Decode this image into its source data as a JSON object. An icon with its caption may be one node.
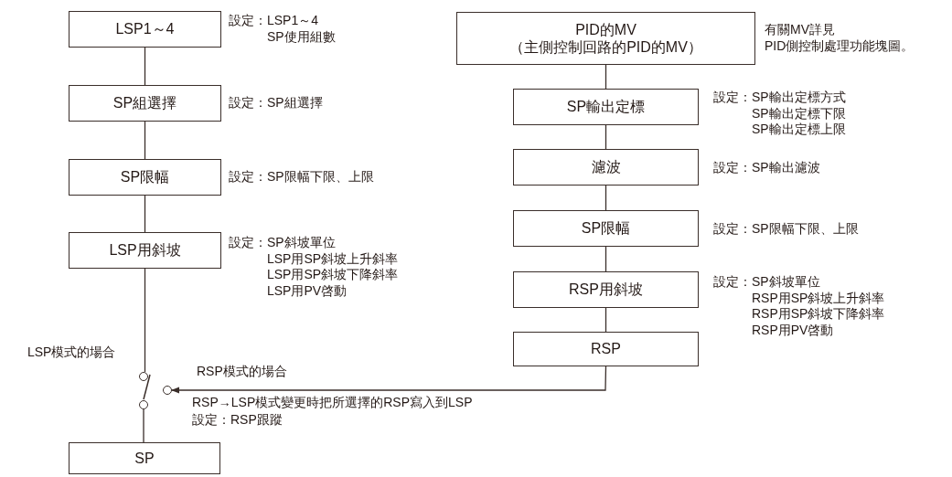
{
  "diagram": {
    "nodes": [
      {
        "text": [
          "LSP1～4"
        ],
        "beside": [
          "設定：LSP1～4 SP使用組數"
        ]
      },
      {
        "text": [
          "SP組選擇"
        ],
        "beside": [
          "設定：SP組選擇"
        ]
      },
      {
        "text": [
          "SP限幅"
        ],
        "beside": [
          "設定：SP限幅下限、上限"
        ]
      },
      {
        "text": [
          "LSP用斜坡"
        ],
        "beside": [
          "設定：SP斜坡單位 LSP用SP斜坡上升斜率 LSP用SP斜坡下降斜率 LSP用PV啓動"
        ]
      },
      {
        "text": [],
        "shape": "circle",
        "beside": [
          "LSP模式的場合"
        ]
      },
      {
        "text": [],
        "shape": "circle"
      },
      {
        "text": [],
        "shape": "circle"
      },
      {
        "text": [
          "SP"
        ]
      },
      {
        "text": [
          "PID的MV",
          "（主側控制回路的PID的MV）"
        ],
        "beside": [
          "有關MV詳見 PID側控制處理功能塊圖。"
        ]
      },
      {
        "text": [
          "SP輸出定標"
        ],
        "beside": [
          "設定：SP輸出定標方式 SP輸出定標下限 SP輸出定標上限"
        ]
      },
      {
        "text": [
          "濾波"
        ],
        "beside": [
          "設定：SP輸出濾波"
        ]
      },
      {
        "text": [
          "SP限幅"
        ],
        "beside": [
          "設定：SP限幅下限、上限"
        ]
      },
      {
        "text": [
          "RSP用斜坡"
        ],
        "beside": [
          "設定：SP斜坡單位 RSP用SP斜坡上升斜率 RSP用SP斜坡下降斜率 RSP用PV啓動"
        ]
      },
      {
        "text": [
          "RSP"
        ]
      }
    ],
    "edges": [
      {
        "from": 0,
        "to": 1,
        "arrow": "none"
      },
      {
        "from": 1,
        "to": 2,
        "arrow": "none"
      },
      {
        "from": 2,
        "to": 3,
        "arrow": "none"
      },
      {
        "from": 3,
        "to": 4,
        "arrow": "none"
      },
      {
        "from": 5,
        "to": 7,
        "arrow": "none"
      },
      {
        "from": 8,
        "to": 9,
        "arrow": "none"
      },
      {
        "from": 9,
        "to": 10,
        "arrow": "none"
      },
      {
        "from": 10,
        "to": 11,
        "arrow": "none"
      },
      {
        "from": 11,
        "to": 12,
        "arrow": "none"
      },
      {
        "from": 12,
        "to": 13,
        "arrow": "none"
      },
      {
        "from": 13,
        "to": 6,
        "arrow": "to",
        "label": "RSP模式的場合"
      }
    ],
    "labels": [
      "RSP→LSP模式變更時把所選擇的RSP寫入到LSP",
      "設定：RSP跟蹤"
    ]
  }
}
